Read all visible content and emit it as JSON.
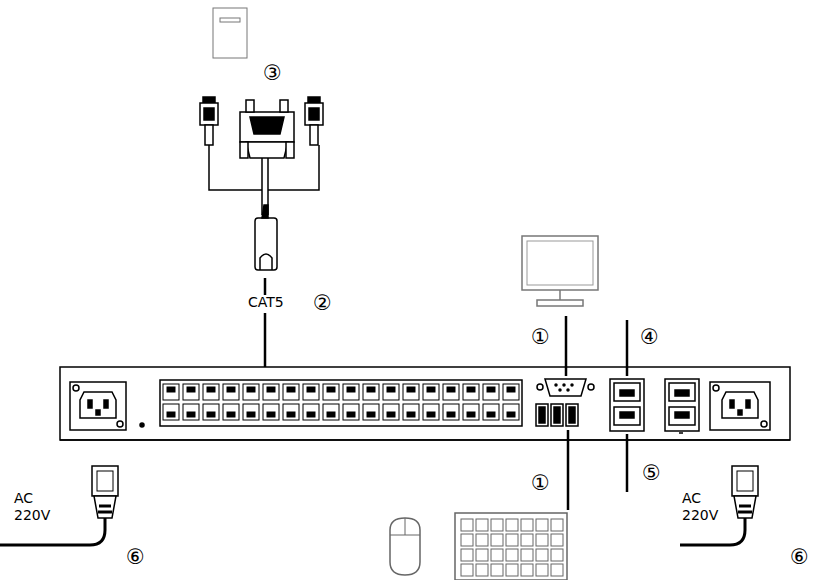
{
  "diagram": {
    "labels": [
      "③",
      "CAT5",
      "②",
      "①",
      "④",
      "①",
      "⑤",
      "AC 220V",
      "⑥",
      "AC 220V",
      "⑥"
    ]
  }
}
